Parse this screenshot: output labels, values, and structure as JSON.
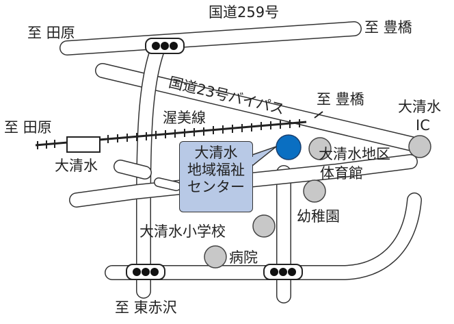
{
  "labels": {
    "route259": "国道259号",
    "to_tahara_top": "至 田原",
    "to_toyohashi_top": "至 豊橋",
    "bypass23": "国道23号バイパス",
    "to_toyohashi_mid": "至 豊橋",
    "ohshimizu_ic_line1": "大清水",
    "ohshimizu_ic_line2": "IC",
    "atsumi_line": "渥美線",
    "to_tahara_left": "至 田原",
    "station": "大清水",
    "gym_line1": "大清水地区",
    "gym_line2": "体育館",
    "kindergarten": "幼稚園",
    "elementary": "大清水小学校",
    "hospital": "病院",
    "to_higashiakazawa": "至 東赤沢"
  },
  "target": {
    "line1": "大清水",
    "line2": "地域福祉",
    "line3": "センター"
  },
  "colors": {
    "target_marker": "#0a6fc2",
    "callout_fill": "#b8c9e6",
    "facility_marker": "#c8c8c8",
    "road_outline": "#333333",
    "road_fill": "#ffffff"
  }
}
